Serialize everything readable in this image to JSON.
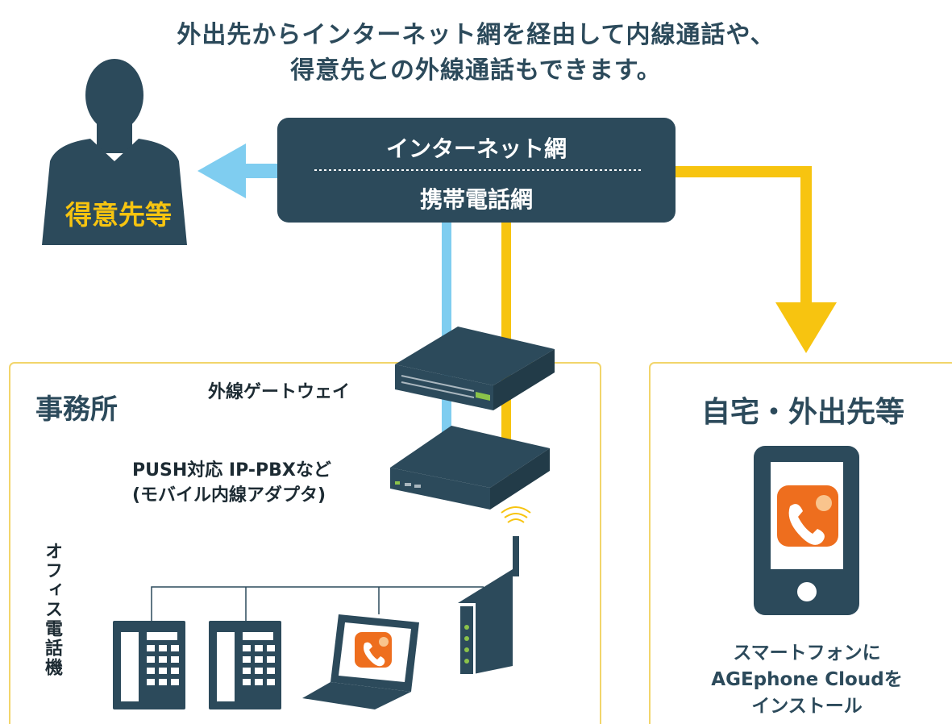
{
  "headline": {
    "line1": "外出先からインターネット網を経由して内線通話や、",
    "line2": "得意先との外線通話もできます。"
  },
  "network": {
    "internet_label": "インターネット網",
    "mobile_label": "携帯電話網"
  },
  "client": {
    "label": "得意先等"
  },
  "office": {
    "title": "事務所",
    "gateway_label": "外線ゲートウェイ",
    "pbx_label_line1": "PUSH対応 IP-PBXなど",
    "pbx_label_line2": "(モバイル内線アダプタ)",
    "phones_label": "オフィス電話機"
  },
  "home": {
    "title": "自宅・外出先等",
    "caption_line1": "スマートフォンに",
    "caption_line2": "AGEphone Cloudを",
    "caption_line3": "インストール"
  },
  "colors": {
    "navy": "#2c4a5b",
    "blue_line": "#7fcdf0",
    "yellow_line": "#f7c410",
    "box_border": "#f2d56b",
    "app_orange": "#ee6e1e"
  },
  "icons": [
    "person-icon",
    "gateway-icon",
    "pbx-icon",
    "wifi-icon",
    "desk-phone-icon",
    "laptop-icon",
    "router-icon",
    "smartphone-icon",
    "app-icon"
  ]
}
